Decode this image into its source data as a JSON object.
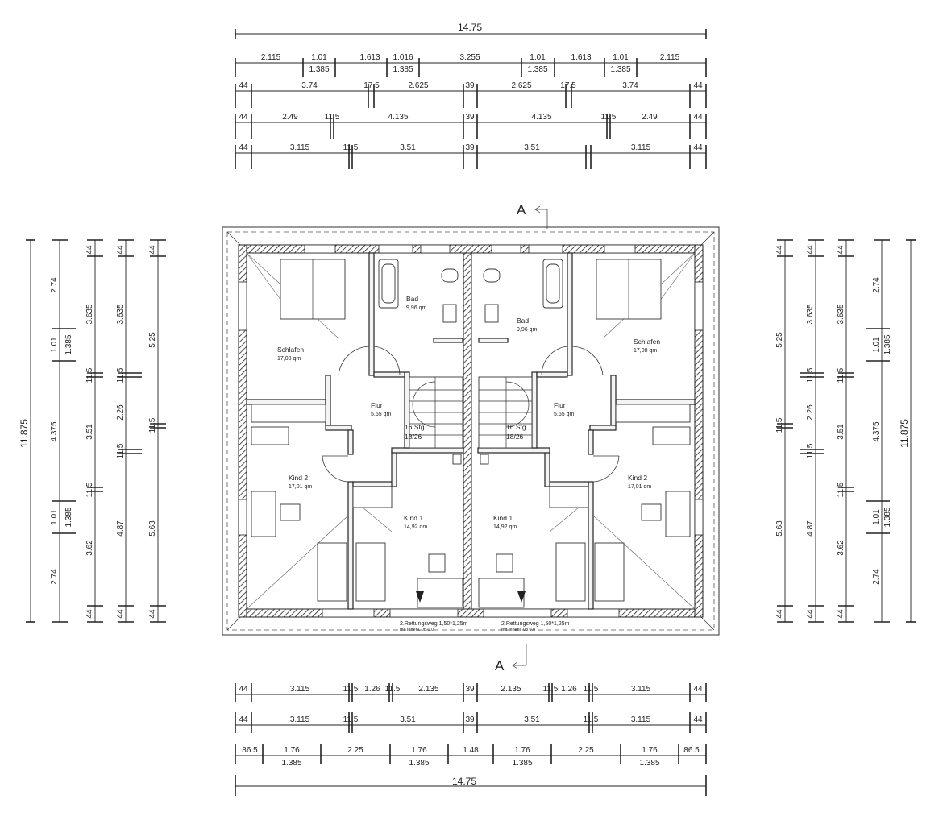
{
  "top_dims": {
    "overall": "14.75",
    "row1": [
      "2.115",
      "1.01",
      "1.613",
      "1.016",
      "3.255",
      "1.01",
      "1.613",
      "1.01",
      "2.115"
    ],
    "row1_sub": [
      "1.385",
      "1.385",
      "1.385",
      "1.385"
    ],
    "row2": [
      "44",
      "3.74",
      "17.5",
      "2.625",
      "39",
      "2.625",
      "17.5",
      "3.74",
      "44"
    ],
    "row3": [
      "44",
      "2.49",
      "11.5",
      "4.135",
      "39",
      "4.135",
      "11.5",
      "2.49",
      "44"
    ],
    "row4": [
      "44",
      "3.115",
      "11.5",
      "3.51",
      "39",
      "3.51",
      "3.115",
      "44"
    ]
  },
  "bottom_dims": {
    "row1": [
      "44",
      "3.115",
      "11.5",
      "1.26",
      "11.5",
      "2.135",
      "39",
      "2.135",
      "11.5",
      "1.26",
      "11.5",
      "3.115",
      "44"
    ],
    "row2": [
      "44",
      "3.115",
      "11.5",
      "3.51",
      "39",
      "3.51",
      "11.5",
      "3.115",
      "44"
    ],
    "row3": [
      "86.5",
      "1.76",
      "2.25",
      "1.76",
      "1.48",
      "1.76",
      "2.25",
      "1.76",
      "86.5"
    ],
    "row3_sub": [
      "1.385",
      "1.385",
      "1.385",
      "1.385"
    ],
    "overall": "14.75"
  },
  "left_dims": {
    "overall": "11.875",
    "col1": [
      "2.74",
      "1.01",
      "4.375",
      "1.01",
      "2.74"
    ],
    "col1_sub": [
      "1.385",
      "1.385"
    ],
    "col2": [
      "44",
      "3.635",
      "11.5",
      "3.51",
      "11.5",
      "3.62",
      "44"
    ],
    "col3": [
      "44",
      "3.635",
      "11.5",
      "2.26",
      "11.5",
      "4.87",
      "44"
    ],
    "col4": [
      "44",
      "5.25",
      "11.5",
      "5.63",
      "44"
    ]
  },
  "right_dims": {
    "overall": "11.875",
    "col1": [
      "44",
      "5.25",
      "11.5",
      "5.63",
      "44"
    ],
    "col2": [
      "44",
      "3.635",
      "11.5",
      "2.26",
      "11.5",
      "4.87",
      "44"
    ],
    "col3": [
      "44",
      "3.635",
      "11.5",
      "3.51",
      "11.5",
      "3.62",
      "44"
    ],
    "col4": [
      "2.74",
      "1.01",
      "4.375",
      "1.01",
      "2.74"
    ],
    "col4_sub": [
      "1.385",
      "1.385"
    ]
  },
  "section_mark": "A",
  "rooms": {
    "bad_left": {
      "name": "Bad",
      "area": "9,96 qm"
    },
    "bad_right": {
      "name": "Bad",
      "area": "9,96 qm"
    },
    "schlafen_left": {
      "name": "Schlafen",
      "area": "17,08 qm"
    },
    "schlafen_right": {
      "name": "Schlafen",
      "area": "17,08 qm"
    },
    "flur_left": {
      "name": "Flur",
      "area": "5,65 qm"
    },
    "flur_right": {
      "name": "Flur",
      "area": "5,65 qm"
    },
    "kind2_left": {
      "name": "Kind 2",
      "area": "17,01 qm"
    },
    "kind2_right": {
      "name": "Kind 2",
      "area": "17,01 qm"
    },
    "kind1_left": {
      "name": "Kind 1",
      "area": "14,92 qm"
    },
    "kind1_right": {
      "name": "Kind 1",
      "area": "14,92 qm"
    }
  },
  "stairs": {
    "left": {
      "steps": "16 Stg",
      "ratio": "18/26"
    },
    "right": {
      "steps": "16 Stg",
      "ratio": "18/26"
    }
  },
  "escape_window": {
    "left": {
      "line1": "2.Rettungsweg 1,50*1,25m",
      "line2": "mit Innenl. 0b 0.0"
    },
    "right": {
      "line1": "2.Rettungsweg 1,50*1,25m",
      "line2": "mit Innenl. 0b 0.0"
    }
  },
  "colors": {
    "ink": "#222222",
    "paper": "#ffffff",
    "wall_fill": "#f4f4f4"
  }
}
